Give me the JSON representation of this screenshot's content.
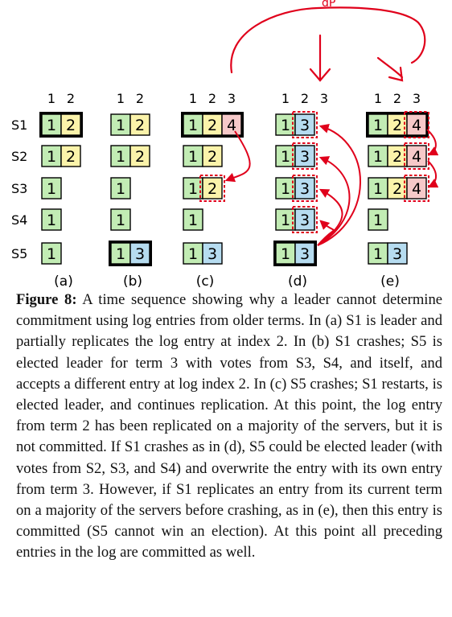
{
  "figure": {
    "annotation": "dP",
    "server_labels": [
      "S1",
      "S2",
      "S3",
      "S4",
      "S5"
    ],
    "panels": [
      {
        "id": "a",
        "label": "(a)",
        "index_labels": [
          "1",
          "2"
        ],
        "rows": [
          {
            "entries": [
              1,
              2
            ],
            "leader": true,
            "highlight": []
          },
          {
            "entries": [
              1,
              2
            ],
            "leader": false,
            "highlight": []
          },
          {
            "entries": [
              1
            ],
            "leader": false,
            "highlight": []
          },
          {
            "entries": [
              1
            ],
            "leader": false,
            "highlight": []
          },
          {
            "entries": [
              1
            ],
            "leader": false,
            "highlight": []
          }
        ]
      },
      {
        "id": "b",
        "label": "(b)",
        "index_labels": [
          "1",
          "2"
        ],
        "rows": [
          {
            "entries": [
              1,
              2
            ],
            "leader": false,
            "highlight": []
          },
          {
            "entries": [
              1,
              2
            ],
            "leader": false,
            "highlight": []
          },
          {
            "entries": [
              1
            ],
            "leader": false,
            "highlight": []
          },
          {
            "entries": [
              1
            ],
            "leader": false,
            "highlight": []
          },
          {
            "entries": [
              1,
              3
            ],
            "leader": true,
            "highlight": []
          }
        ]
      },
      {
        "id": "c",
        "label": "(c)",
        "index_labels": [
          "1",
          "2",
          "3"
        ],
        "rows": [
          {
            "entries": [
              1,
              2,
              4
            ],
            "leader": true,
            "highlight": []
          },
          {
            "entries": [
              1,
              2
            ],
            "leader": false,
            "highlight": []
          },
          {
            "entries": [
              1,
              2
            ],
            "leader": false,
            "highlight": [
              1
            ]
          },
          {
            "entries": [
              1
            ],
            "leader": false,
            "highlight": []
          },
          {
            "entries": [
              1,
              3
            ],
            "leader": false,
            "highlight": []
          }
        ]
      },
      {
        "id": "d",
        "label": "(d)",
        "index_labels": [
          "1",
          "2",
          "3"
        ],
        "rows": [
          {
            "entries": [
              1,
              3
            ],
            "leader": false,
            "highlight": [
              1
            ]
          },
          {
            "entries": [
              1,
              3
            ],
            "leader": false,
            "highlight": [
              1
            ]
          },
          {
            "entries": [
              1,
              3
            ],
            "leader": false,
            "highlight": [
              1
            ]
          },
          {
            "entries": [
              1,
              3
            ],
            "leader": false,
            "highlight": [
              1
            ]
          },
          {
            "entries": [
              1,
              3
            ],
            "leader": true,
            "highlight": []
          }
        ]
      },
      {
        "id": "e",
        "label": "(e)",
        "index_labels": [
          "1",
          "2",
          "3"
        ],
        "rows": [
          {
            "entries": [
              1,
              2,
              4
            ],
            "leader": true,
            "highlight": [
              2
            ]
          },
          {
            "entries": [
              1,
              2,
              4
            ],
            "leader": false,
            "highlight": [
              2
            ]
          },
          {
            "entries": [
              1,
              2,
              4
            ],
            "leader": false,
            "highlight": [
              2
            ]
          },
          {
            "entries": [
              1
            ],
            "leader": false,
            "highlight": []
          },
          {
            "entries": [
              1,
              3
            ],
            "leader": false,
            "highlight": []
          }
        ]
      }
    ],
    "term_colors": {
      "1": "#c2ecb4",
      "2": "#fbf3aa",
      "3": "#b6dcf0",
      "4": "#f6c9c9"
    },
    "highlight_color": "#e0001b",
    "annotation_color": "#e0001b"
  },
  "caption": {
    "label": "Figure 8:",
    "text": " A time sequence showing why a leader cannot determine commitment using log entries from older terms. In (a) S1 is leader and partially replicates the log entry at index 2. In (b) S1 crashes; S5 is elected leader for term 3 with votes from S3, S4, and itself, and accepts a different entry at log index 2. In (c) S5 crashes; S1 restarts, is elected leader, and continues replication. At this point, the log entry from term 2 has been replicated on a majority of the servers, but it is not committed. If S1 crashes as in (d), S5 could be elected leader (with votes from S2, S3, and S4) and overwrite the entry with its own entry from term 3. However, if S1 replicates an entry from its current term on a majority of the servers before crashing, as in (e), then this entry is committed (S5 cannot win an election). At this point all preceding entries in the log are committed as well."
  }
}
